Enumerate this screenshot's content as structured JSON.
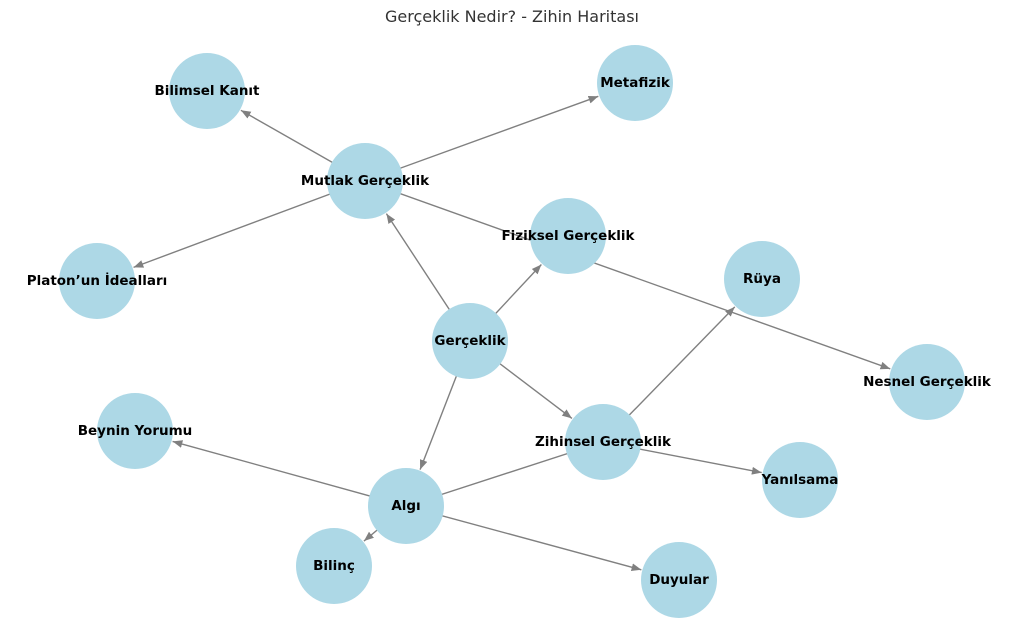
{
  "title": "Gerçeklik Nedir? - Zihin Haritası",
  "colors": {
    "node": "#ADD8E6",
    "edge": "#808080",
    "label": "#000000"
  },
  "nodes": [
    {
      "id": "gerceklik",
      "label": "Gerçeklik"
    },
    {
      "id": "mutlak",
      "label": "Mutlak Gerçeklik"
    },
    {
      "id": "bilimsel",
      "label": "Bilimsel Kanıt"
    },
    {
      "id": "metafizik",
      "label": "Metafizik"
    },
    {
      "id": "platon",
      "label": "Platon’un İdealları"
    },
    {
      "id": "fiziksel",
      "label": "Fiziksel Gerçeklik"
    },
    {
      "id": "ruya",
      "label": "Rüya"
    },
    {
      "id": "nesnel",
      "label": "Nesnel Gerçeklik"
    },
    {
      "id": "zihinsel",
      "label": "Zihinsel Gerçeklik"
    },
    {
      "id": "yanilsama",
      "label": "Yanılsama"
    },
    {
      "id": "beynin",
      "label": "Beynin Yorumu"
    },
    {
      "id": "algi",
      "label": "Algı"
    },
    {
      "id": "bilinc",
      "label": "Bilinç"
    },
    {
      "id": "duyular",
      "label": "Duyular"
    }
  ],
  "edges": [
    {
      "from": "gerceklik",
      "to": "mutlak",
      "arrow": true
    },
    {
      "from": "gerceklik",
      "to": "fiziksel",
      "arrow": true
    },
    {
      "from": "gerceklik",
      "to": "zihinsel",
      "arrow": true
    },
    {
      "from": "gerceklik",
      "to": "algi",
      "arrow": true
    },
    {
      "from": "mutlak",
      "to": "bilimsel",
      "arrow": true
    },
    {
      "from": "mutlak",
      "to": "metafizik",
      "arrow": true
    },
    {
      "from": "mutlak",
      "to": "platon",
      "arrow": true
    },
    {
      "from": "mutlak",
      "to": "nesnel",
      "arrow": true
    },
    {
      "from": "zihinsel",
      "to": "ruya",
      "arrow": true
    },
    {
      "from": "zihinsel",
      "to": "yanilsama",
      "arrow": true
    },
    {
      "from": "algi",
      "to": "zihinsel",
      "arrow": false
    },
    {
      "from": "algi",
      "to": "beynin",
      "arrow": true
    },
    {
      "from": "algi",
      "to": "bilinc",
      "arrow": true
    },
    {
      "from": "algi",
      "to": "duyular",
      "arrow": true
    }
  ]
}
